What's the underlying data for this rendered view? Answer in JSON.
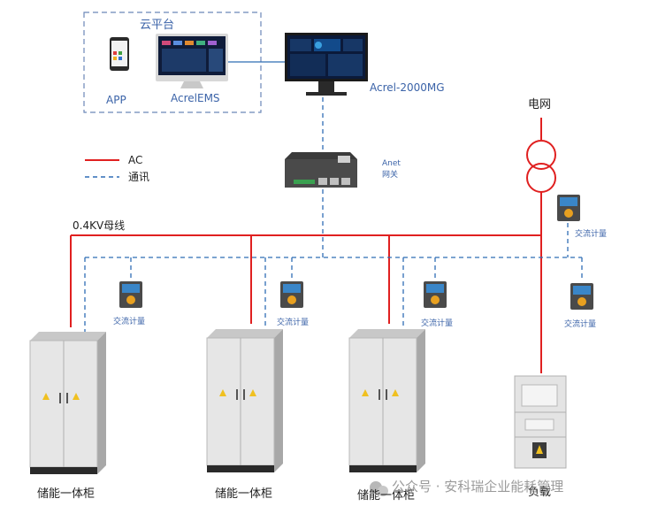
{
  "cloud": {
    "title": "云平台",
    "app_label": "APP",
    "ems_label": "AcrelEMS"
  },
  "monitor_label": "Acrel-2000MG",
  "gateway": {
    "line1": "Anet",
    "line2": "网关"
  },
  "grid_label": "电网",
  "legend": {
    "ac": "AC",
    "comm": "通讯"
  },
  "bus_label": "0.4KV母线",
  "meter_label": "交流计量",
  "cabinets": [
    "储能一体柜",
    "储能一体柜",
    "储能一体柜"
  ],
  "load_label": "负载",
  "watermark": "公众号 · 安科瑞企业能耗管理",
  "colors": {
    "ac_line": "#e02020",
    "comm_line": "#2f6db5",
    "frame": "#6b87b8"
  }
}
